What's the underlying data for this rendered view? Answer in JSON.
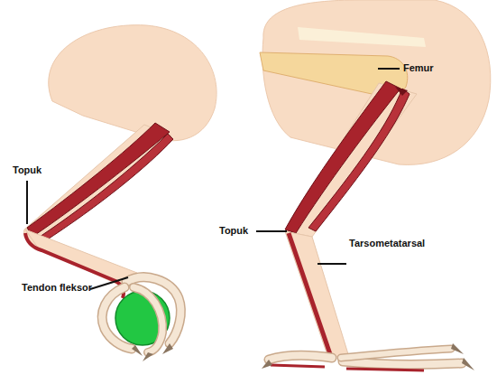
{
  "diagram": {
    "labels": [
      "Topuk",
      "Tendon fleksor",
      "Femur",
      "Topuk",
      "Tarsometatarsal"
    ]
  }
}
